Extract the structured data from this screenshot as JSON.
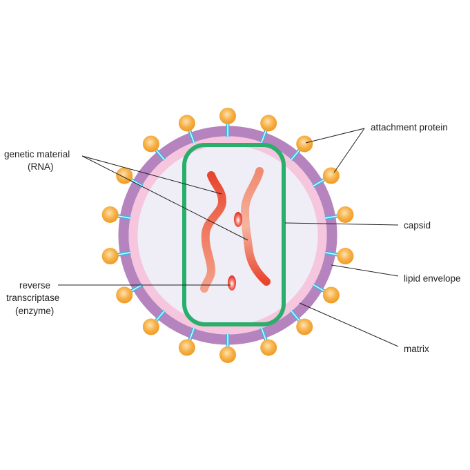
{
  "labels": {
    "genetic_material": [
      "genetic material",
      "(RNA)"
    ],
    "reverse_transcriptase": [
      "reverse",
      "transcriptase",
      "(enzyme)"
    ],
    "attachment_protein": "attachment protein",
    "capsid": "capsid",
    "lipid_envelope": "lipid envelope",
    "matrix": "matrix"
  },
  "structure": {
    "attachment_protein_count": 18
  },
  "colors": {
    "envelope": "#b583be",
    "matrix": "#f5c6dd",
    "interior": "#efeef6",
    "capsid": "#2aae6b",
    "protein": "#f4a93b",
    "stalk": "#3cb8e0",
    "rna": "#e8452e"
  }
}
